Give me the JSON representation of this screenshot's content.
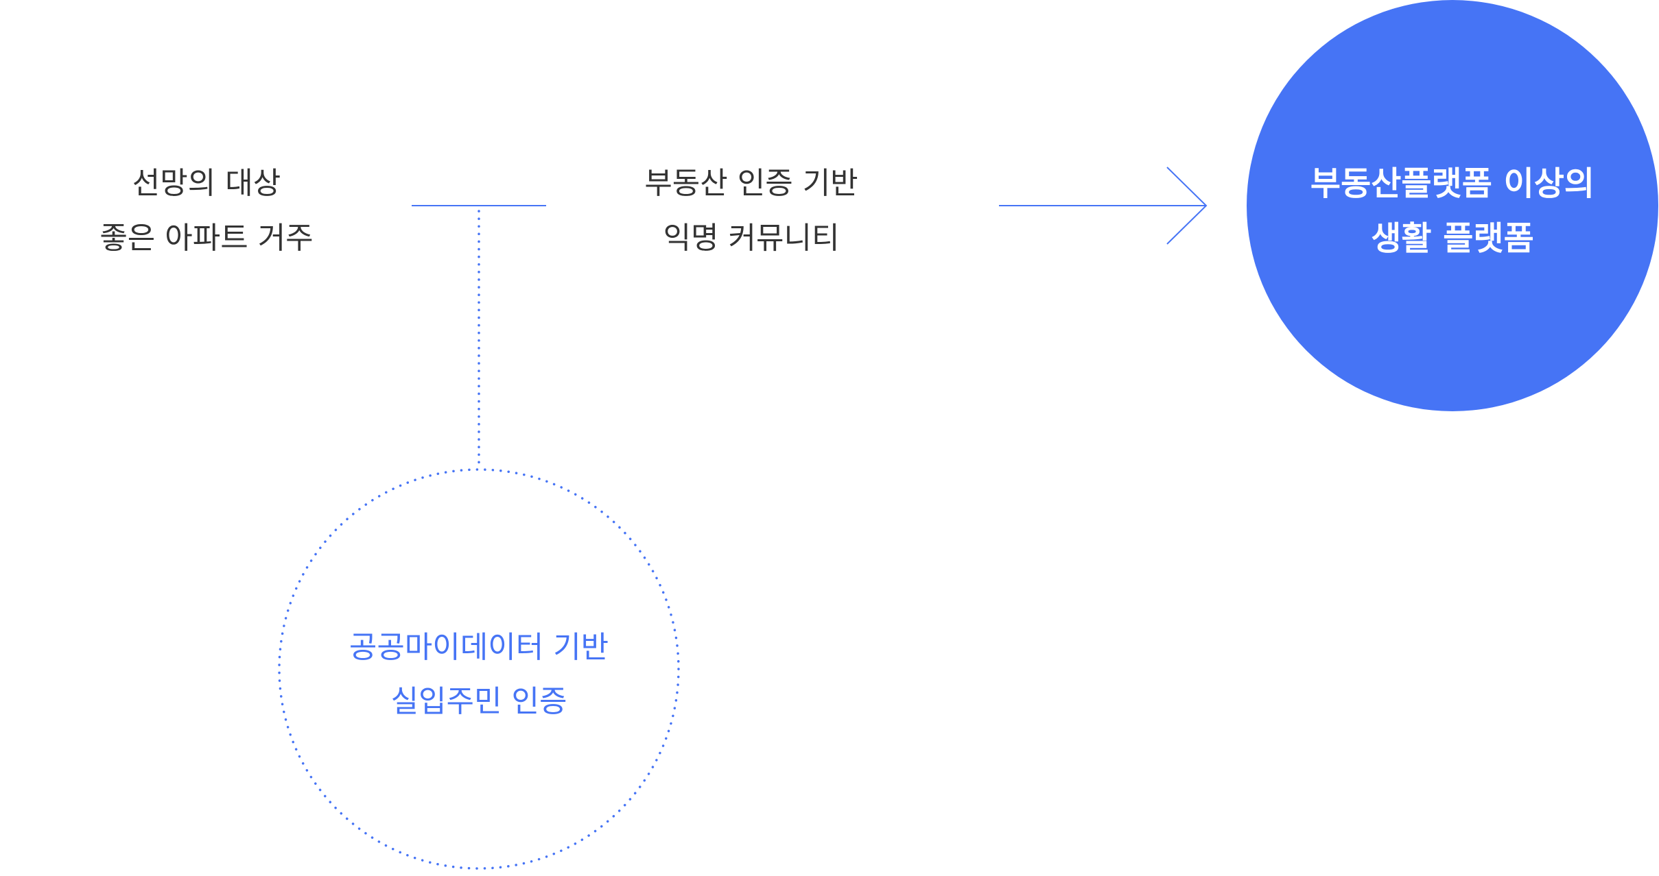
{
  "colors": {
    "accent": "#4674F5",
    "text": "#333333",
    "on_accent": "#FFFFFF"
  },
  "nodes": {
    "left": {
      "line1": "선망의 대상",
      "line2": "좋은 아파트 거주"
    },
    "middle": {
      "line1": "부동산 인증 기반",
      "line2": "익명 커뮤니티"
    },
    "goal": {
      "line1": "부동산플랫폼 이상의",
      "line2": "생활 플랫폼"
    },
    "sub": {
      "line1": "공공마이데이터 기반",
      "line2": "실입주민 인증"
    }
  }
}
